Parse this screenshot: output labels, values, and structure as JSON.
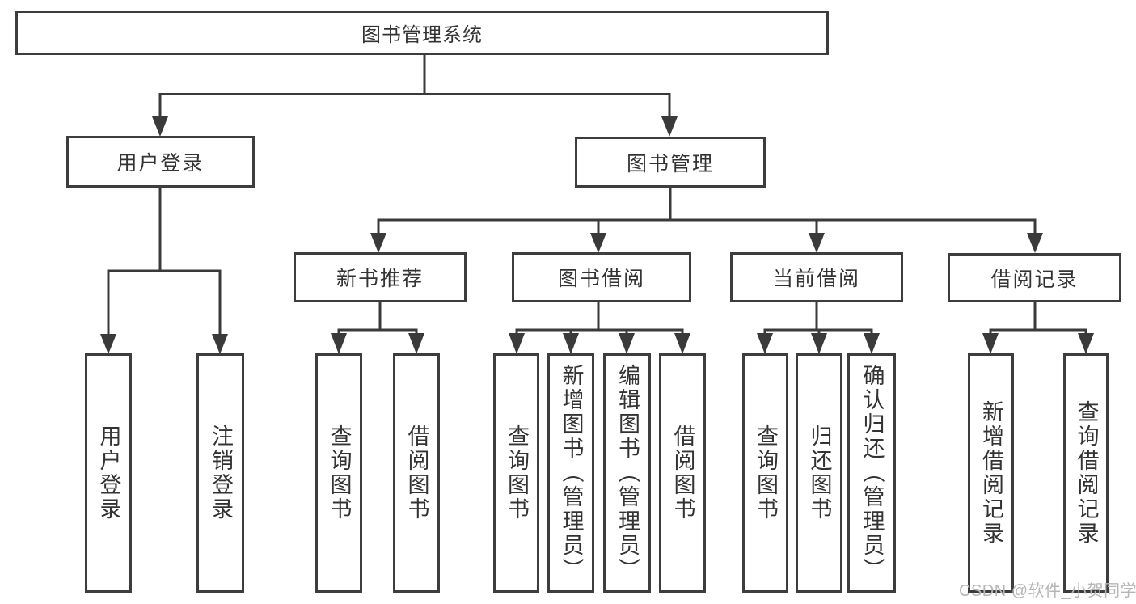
{
  "diagram": {
    "root": {
      "label": "图书管理系统"
    },
    "login": {
      "label": "用户登录",
      "children": [
        {
          "label": "用户登录"
        },
        {
          "label": "注销登录"
        }
      ]
    },
    "management": {
      "label": "图书管理",
      "sections": [
        {
          "label": "新书推荐",
          "children": [
            {
              "label": "查询图书"
            },
            {
              "label": "借阅图书"
            }
          ]
        },
        {
          "label": "图书借阅",
          "children": [
            {
              "label": "查询图书"
            },
            {
              "label": "新增图书（管理员）"
            },
            {
              "label": "编辑图书（管理员）"
            },
            {
              "label": "借阅图书"
            }
          ]
        },
        {
          "label": "当前借阅",
          "children": [
            {
              "label": "查询图书"
            },
            {
              "label": "归还图书"
            },
            {
              "label": "确认归还（管理员）"
            }
          ]
        },
        {
          "label": "借阅记录",
          "children": [
            {
              "label": "新增借阅记录"
            },
            {
              "label": "查询借阅记录"
            }
          ]
        }
      ]
    }
  },
  "watermark": {
    "text": "CSDN @软件_小贺同学"
  },
  "colors": {
    "line": "#3a3a3a",
    "box_border": "#3d3d3d",
    "text": "#333333",
    "watermark": "#b6b6b6",
    "background": "#ffffff"
  }
}
